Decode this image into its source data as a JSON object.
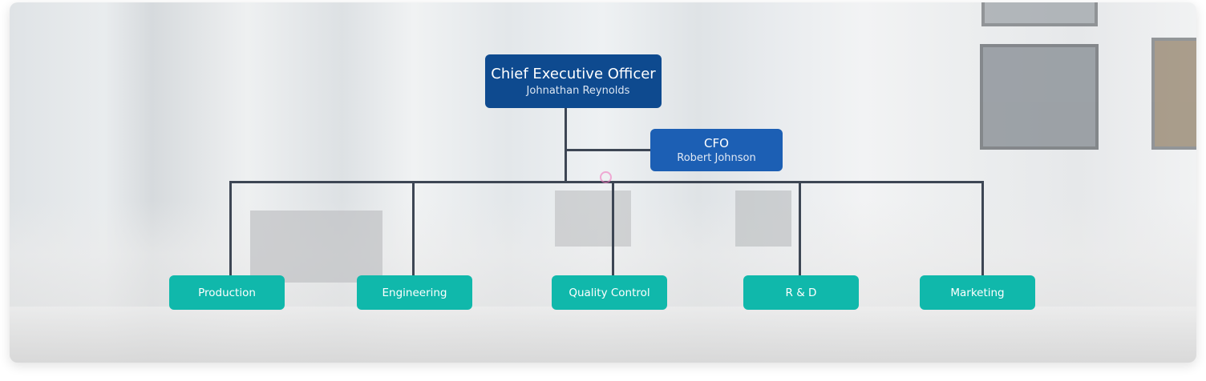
{
  "org_chart": {
    "ceo": {
      "title": "Chief Executive Officer",
      "name": "Johnathan Reynolds"
    },
    "cfo": {
      "title": "CFO",
      "name": "Robert Johnson"
    },
    "departments": [
      "Production",
      "Engineering",
      "Quality Control",
      "R & D",
      "Marketing"
    ]
  },
  "colors": {
    "ceo": "#0e4a8f",
    "cfo": "#1c5fb4",
    "department": "#10b8ab",
    "connector": "#3d4654"
  }
}
